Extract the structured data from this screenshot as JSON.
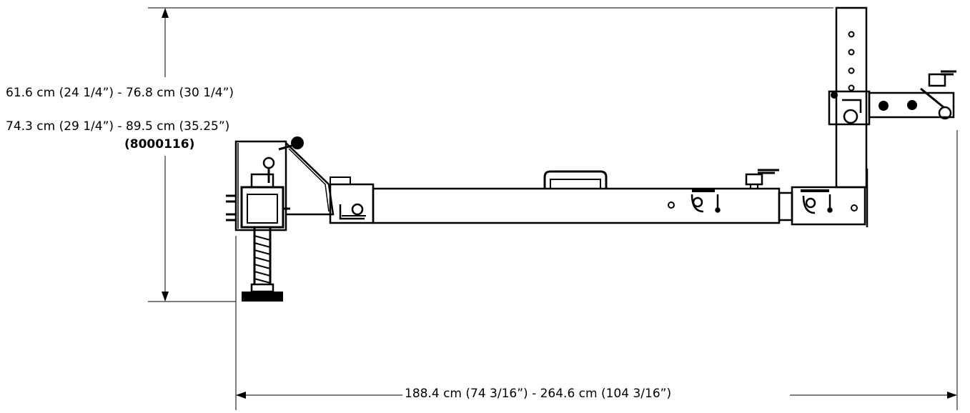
{
  "dimensions": {
    "height_range_1": "61.6 cm (24 1/4”) - 76.8 cm (30 1/4”)",
    "height_range_2": "74.3 cm (29 1/4”) - 89.5 cm (35.25”)",
    "model_number": "(8000116)",
    "length_range": "188.4 cm (74 3/16”) - 264.6 cm (104 3/16”)"
  }
}
